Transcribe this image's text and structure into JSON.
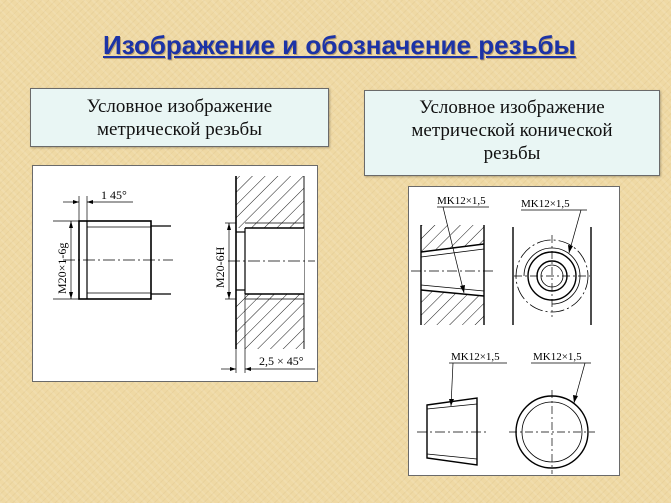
{
  "title": "Изображение и обозначение резьбы",
  "left_caption": {
    "line1": "Условное изображение",
    "line2": "метрической резьбы"
  },
  "right_caption": {
    "line1": "Условное изображение",
    "line2": "метрической конической",
    "line3": "резьбы"
  },
  "left_drawing": {
    "chamfer_label": "1  45°",
    "external_thread_label": "M20×1-6g",
    "internal_thread_label": "M20-6H",
    "undercut_label": "2,5 × 45°"
  },
  "right_drawing": {
    "labels": [
      "MK12×1,5",
      "MK12×1,5",
      "MK12×1,5",
      "MK12×1,5"
    ]
  }
}
